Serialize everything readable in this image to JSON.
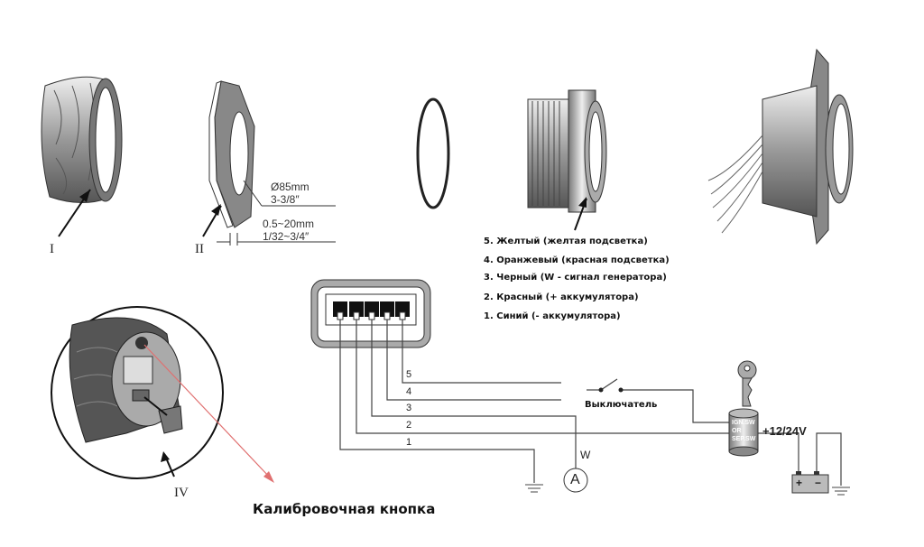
{
  "parts": {
    "part1": "I",
    "part2": "II",
    "part4": "IV"
  },
  "dimensions": {
    "diameter_mm": "Ø85mm",
    "diameter_in": "3-3/8″",
    "thickness_mm": "0.5~20mm",
    "thickness_in": "1/32~3/4″"
  },
  "legend": [
    "5. Желтый (желтая подсветка)",
    "4. Оранжевый   (красная подсветка)",
    "3. Черный (W - сигнал генератора)",
    "2. Красный (+ аккумулятора)",
    "1. Синий (- аккумулятора)"
  ],
  "wires": [
    "1",
    "2",
    "3",
    "4",
    "5"
  ],
  "switch_label": "Выключатель",
  "ammeter_label": "A",
  "w_label": "W",
  "ignition": [
    "IGN.SW",
    "OR",
    "SEP.SW"
  ],
  "voltage": "+12/24V",
  "battery": {
    "plus": "+",
    "minus": "−"
  },
  "calibration_label": "Калибровочная кнопка",
  "colors": {
    "line": "#444444",
    "gray": "#8a8a8a",
    "red_pointer": "#e07070"
  }
}
